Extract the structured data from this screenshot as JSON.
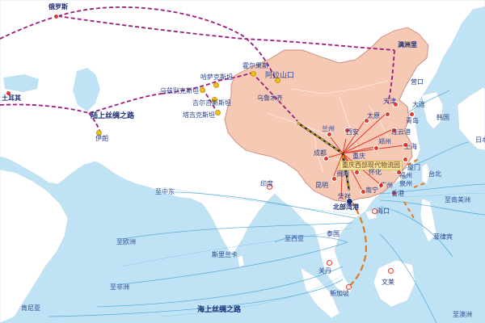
{
  "colors": {
    "sea": "#bfe3f5",
    "land": "#ffffff",
    "china": "#f6c9b5",
    "border": "#c98a7b",
    "land_route": "#9b1c7e",
    "sea_route": "#e07a1c",
    "shipping_lane": "#4aa6d6",
    "railway": "#f2c01b",
    "node": "#e3392d"
  },
  "icons": {
    "hub": "hub-marker-icon",
    "city": "city-dot-icon",
    "railway": "railway-line-icon"
  },
  "labels": {
    "russia": "俄罗斯",
    "manzhouli": "满洲里",
    "turkey": "土耳其",
    "land_silk_road": "陆上丝绸之路",
    "iran": "伊朗",
    "uzbekistan": "乌兹别克斯坦",
    "kazakhstan": "哈萨克斯坦",
    "kyrgyzstan": "吉尔吉斯斯坦",
    "tajikistan": "塔吉克斯坦",
    "khorgos": "霍尔果斯",
    "alashankou": "阿拉山口",
    "urumqi": "乌鲁木齐",
    "yingkou": "营口",
    "tianjin": "天津",
    "dalian": "大连",
    "korea": "韩国",
    "lanzhou": "兰州",
    "xian": "西安",
    "taiyuan": "太原",
    "qingdao": "青岛",
    "lianyungang": "连云港",
    "zhengzhou": "郑州",
    "japan": "日本",
    "shanghai": "上海",
    "chengdu": "成都",
    "chongqing": "重庆",
    "xiamen": "厦门",
    "guiyang": "贵阳",
    "huaihua": "怀化",
    "fuzhou": "福州",
    "taipei": "台北",
    "quanzhou": "泉州",
    "kunming": "昆明",
    "nanning": "南宁",
    "guangzhou": "广州",
    "pingxiang": "凭祥",
    "hongkong": "香港",
    "beibu_gulf": "北部湾港",
    "haikou": "海口",
    "middle_east": "至中东",
    "india": "印度",
    "south_america": "至南美洲",
    "europe": "至欧洲",
    "west_asia": "至西亚",
    "thailand": "泰国",
    "philippines": "菲律宾",
    "sri_lanka": "斯里兰卡",
    "kuantan": "关丹",
    "africa": "至非洲",
    "brunei": "文莱",
    "singapore": "新加坡",
    "kenya": "肯尼亚",
    "maritime_silk_road": "海上丝绸之路",
    "australia": "至澳洲",
    "logistics_hub": "重庆西部现代物流园"
  }
}
